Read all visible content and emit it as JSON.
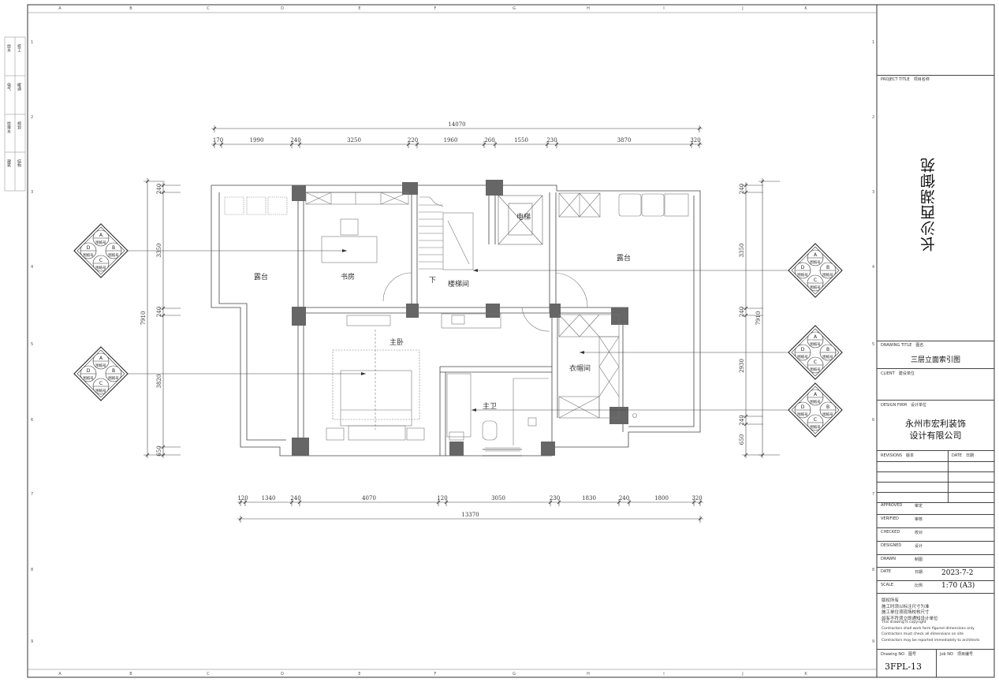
{
  "grid": {
    "letters": [
      "A",
      "B",
      "C",
      "D",
      "E",
      "F",
      "G",
      "H",
      "I",
      "J",
      "K"
    ],
    "numbers": [
      "1",
      "2",
      "3",
      "4",
      "5",
      "6",
      "7",
      "8",
      "9"
    ]
  },
  "left_strip": [
    [
      "给水",
      "校工"
    ],
    [
      "电气",
      "暖通"
    ],
    [
      "给排水",
      "规划"
    ],
    [
      "建筑",
      "结构"
    ]
  ],
  "dims": {
    "top_total": "14070",
    "top_segments": [
      "170",
      "1990",
      "240",
      "3250",
      "220",
      "1960",
      "260",
      "1550",
      "230",
      "3870",
      "320"
    ],
    "bottom_total": "13370",
    "bottom_segments": [
      "120",
      "1340",
      "240",
      "4070",
      "120",
      "3050",
      "230",
      "1830",
      "240",
      "1800",
      "320"
    ],
    "left_total": "7910",
    "left_segments": [
      "240",
      "3350",
      "240",
      "3820",
      "650"
    ],
    "right_total": "7910",
    "right_segments": [
      "240",
      "3350",
      "240",
      "2930",
      "240",
      "650"
    ]
  },
  "rooms": {
    "balcony_left": "露台",
    "study": "书房",
    "down": "下",
    "stair": "楼梯间",
    "elevator": "电梯",
    "balcony_right": "露台",
    "master": "主卧",
    "closet": "衣帽间",
    "bath": "主卫"
  },
  "index_symbol": {
    "A": "A",
    "B": "B",
    "C": "C",
    "D": "D",
    "label": "图纸号"
  },
  "title_block": {
    "project_title_label": "PROJECT TITLE　项目名称",
    "project_name": "长沙西湖御苑",
    "drawing_title_label": "DRAWING TITLE　图名",
    "drawing_title": "三层立面索引图",
    "client_label": "CLIENT　建设单位",
    "design_firm_label": "DESIGN FIRM　设计单位",
    "design_firm_line1": "永州市宏利装饰",
    "design_firm_line2": "设计有限公司",
    "revisions_label": "REVISIONS　版本",
    "date_col_label": "DATE　日期",
    "approved": "APPROVED",
    "approved_cn": "审定",
    "verified": "VERIFIED",
    "verified_cn": "审核",
    "checked": "CHECKED",
    "checked_cn": "校对",
    "designed": "DESIGNED",
    "designed_cn": "设计",
    "drawn": "DRAWN",
    "drawn_cn": "制图",
    "date": "DATE",
    "date_cn": "日期",
    "date_value": "2023-7-2",
    "scale": "SCALE",
    "scale_cn": "比例",
    "scale_value": "1:70 (A3)",
    "notes": [
      "版权所有",
      "施工时须以标注尺寸为准",
      "施工单位须现场校核尺寸",
      "如有不符须立即通知设计单位",
      "This drawing is copyright",
      "Contractors shall work form figured dimensions only",
      "Contractors must check all dimensions on site",
      "Contractors may be reported immediately to architects"
    ],
    "drawing_no_label": "Drawing NO　图号",
    "drawing_no": "3FPL-13",
    "job_no_label": "Job NO　项目编号"
  }
}
